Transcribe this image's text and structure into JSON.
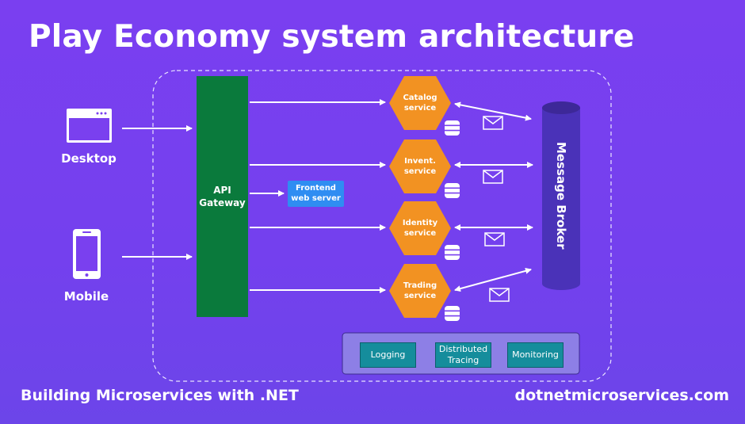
{
  "title": "Play Economy system architecture",
  "footer": {
    "left": "Building Microservices with .NET",
    "right": "dotnetmicroservices.com"
  },
  "clients": [
    {
      "label": "Desktop",
      "icon": "desktop-window-icon"
    },
    {
      "label": "Mobile",
      "icon": "mobile-phone-icon"
    }
  ],
  "gateway": {
    "line1": "API",
    "line2": "Gateway"
  },
  "frontend": {
    "line1": "Frontend",
    "line2": "web server"
  },
  "services": [
    {
      "line1": "Catalog",
      "line2": "service"
    },
    {
      "line1": "Invent.",
      "line2": "service"
    },
    {
      "line1": "Identity",
      "line2": "service"
    },
    {
      "line1": "Trading",
      "line2": "service"
    }
  ],
  "broker": {
    "label": "Message Broker"
  },
  "tools": [
    {
      "line1": "Logging",
      "line2": ""
    },
    {
      "line1": "Distributed",
      "line2": "Tracing"
    },
    {
      "line1": "Monitoring",
      "line2": ""
    }
  ],
  "colors": {
    "background": "#7440ee",
    "gateway": "#0a7a3c",
    "service": "#f29222",
    "frontend": "#2f8df2",
    "broker": "#4a32b8",
    "tools_panel": "#8d7fe6",
    "tool": "#158d9c"
  },
  "icons": {
    "database": "database-icon",
    "message": "envelope-icon"
  }
}
